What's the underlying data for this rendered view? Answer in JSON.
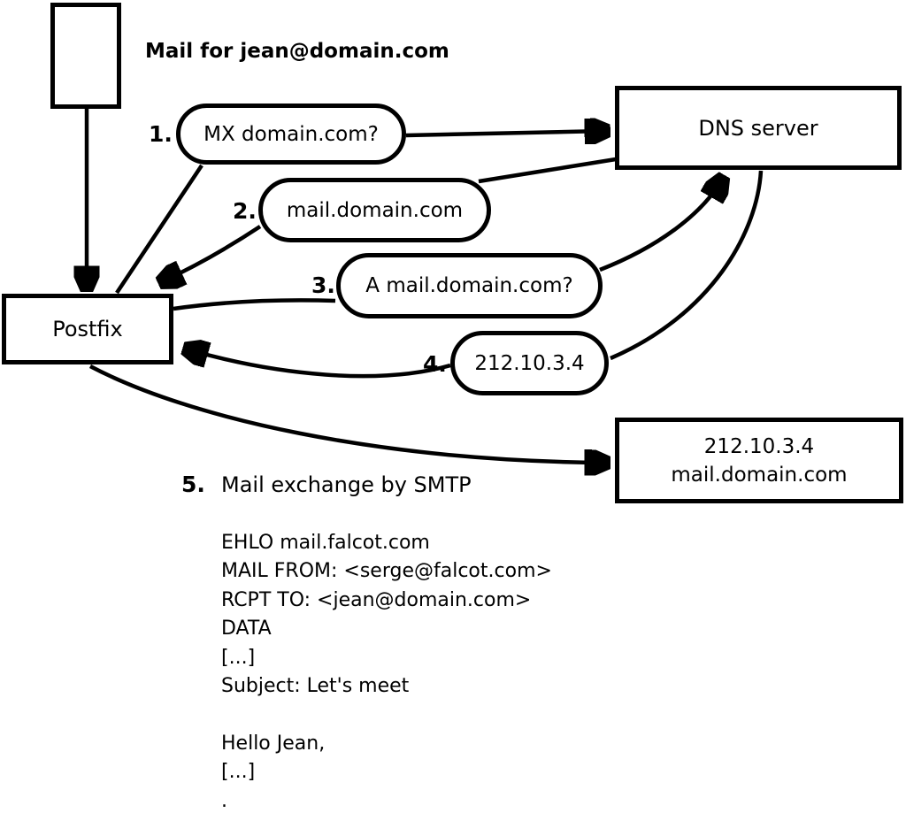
{
  "diagram": {
    "title": "Mail for jean@domain.com",
    "nodes": {
      "postfix": {
        "label": "Postfix"
      },
      "dns_server": {
        "label": "DNS server"
      },
      "mail_server": {
        "line1": "212.10.3.4",
        "line2": "mail.domain.com"
      }
    },
    "steps": [
      {
        "num": "1.",
        "label": "MX domain.com?"
      },
      {
        "num": "2.",
        "label": "mail.domain.com"
      },
      {
        "num": "3.",
        "label": "A mail.domain.com?"
      },
      {
        "num": "4.",
        "label": "212.10.3.4"
      },
      {
        "num": "5.",
        "label": "Mail exchange by SMTP"
      }
    ],
    "smtp_session": [
      "EHLO mail.falcot.com",
      "MAIL FROM: <serge@falcot.com>",
      "RCPT TO: <jean@domain.com>",
      "DATA",
      "[...]",
      "Subject: Let's meet",
      "",
      "Hello Jean,",
      "[...]",
      "."
    ],
    "colors": {
      "stroke": "#000000",
      "background": "#ffffff"
    }
  }
}
